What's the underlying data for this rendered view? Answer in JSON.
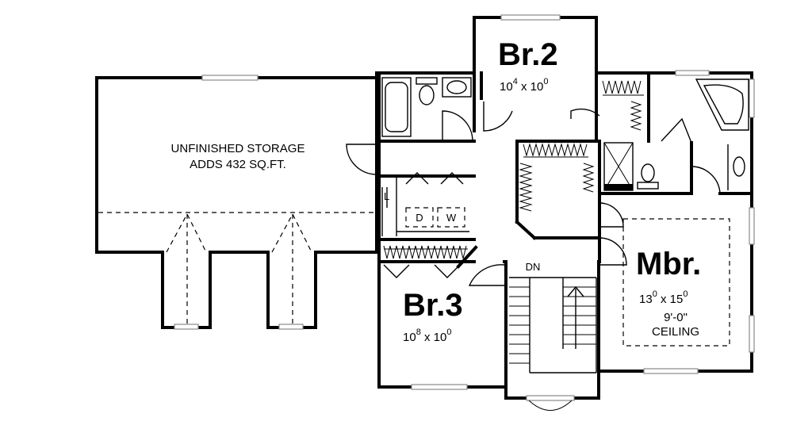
{
  "rooms": {
    "storage": {
      "line1": "UNFINISHED STORAGE",
      "line2": "ADDS 432 SQ.FT."
    },
    "br2": {
      "name": "Br.2",
      "w_ft": "10",
      "w_in": "4",
      "d_ft": "10",
      "d_in": "0"
    },
    "br3": {
      "name": "Br.3",
      "w_ft": "10",
      "w_in": "8",
      "d_ft": "10",
      "d_in": "0"
    },
    "mbr": {
      "name": "Mbr.",
      "w_ft": "13",
      "w_in": "0",
      "d_ft": "15",
      "d_in": "0",
      "ceiling_height": "9'-0\"",
      "ceiling_label": "CEILING"
    }
  },
  "labels": {
    "stairs": "DN",
    "dryer": "D",
    "washer": "W",
    "linen": "L",
    "times": "x"
  }
}
